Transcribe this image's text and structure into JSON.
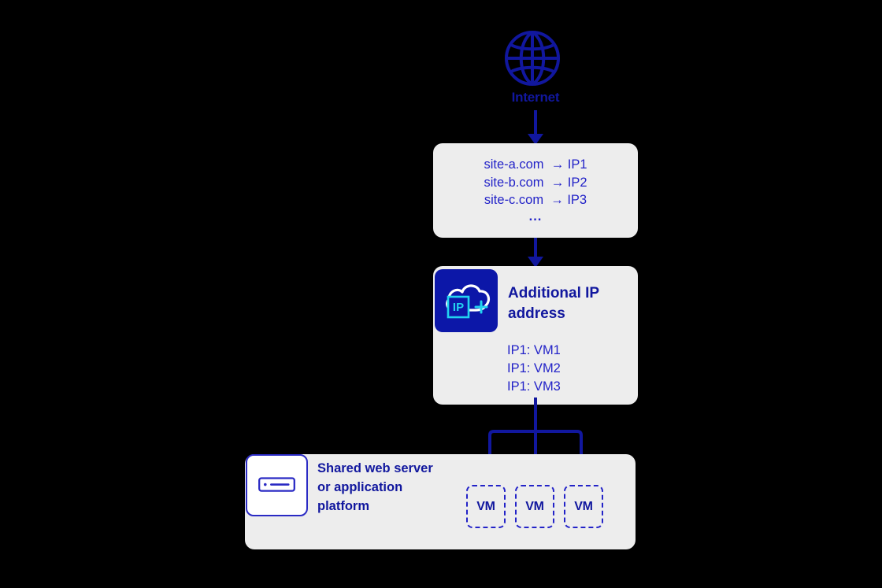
{
  "diagram": {
    "background_color": "#000000",
    "accent_color": "#11179E",
    "secondary_text_color": "#2323C8",
    "panel_color": "#EDEDED",
    "icon_tile_color": "#0C17A8",
    "icon_highlight_color": "#22D3F0"
  },
  "internet": {
    "label": "Internet",
    "icon": "globe-icon"
  },
  "dns": {
    "rows": [
      "site-a.com  → IP1",
      "site-b.com  → IP2",
      "site-c.com  → IP3"
    ],
    "ellipsis": "..."
  },
  "additional_ip": {
    "title": "Additional IP\naddress",
    "title_line1": "Additional IP",
    "title_line2": "address",
    "icon": "cloud-ip-plus-icon",
    "icon_text": "IP",
    "icon_badge": "+",
    "mappings": [
      "IP1: VM1",
      "IP1: VM2",
      "IP1: VM3"
    ]
  },
  "platform": {
    "title_line1": "Shared web server",
    "title_line2": "or application",
    "title_line3": "platform",
    "icon": "server-icon",
    "vms": [
      {
        "label": "VM"
      },
      {
        "label": "VM"
      },
      {
        "label": "VM"
      }
    ]
  }
}
